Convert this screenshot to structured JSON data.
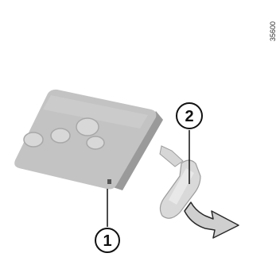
{
  "figure": {
    "reference_code": "35600",
    "callouts": [
      {
        "id": "1",
        "label": "1"
      },
      {
        "id": "2",
        "label": "2"
      }
    ],
    "colors": {
      "card_body": "#b9b9b9",
      "card_face": "#c8c8c8",
      "card_edge": "#9a9a9a",
      "button": "#d6d6d6",
      "key_blade": "#d9d9d9",
      "arrow_fill": "#cfcfcf",
      "outline": "#222222"
    }
  }
}
